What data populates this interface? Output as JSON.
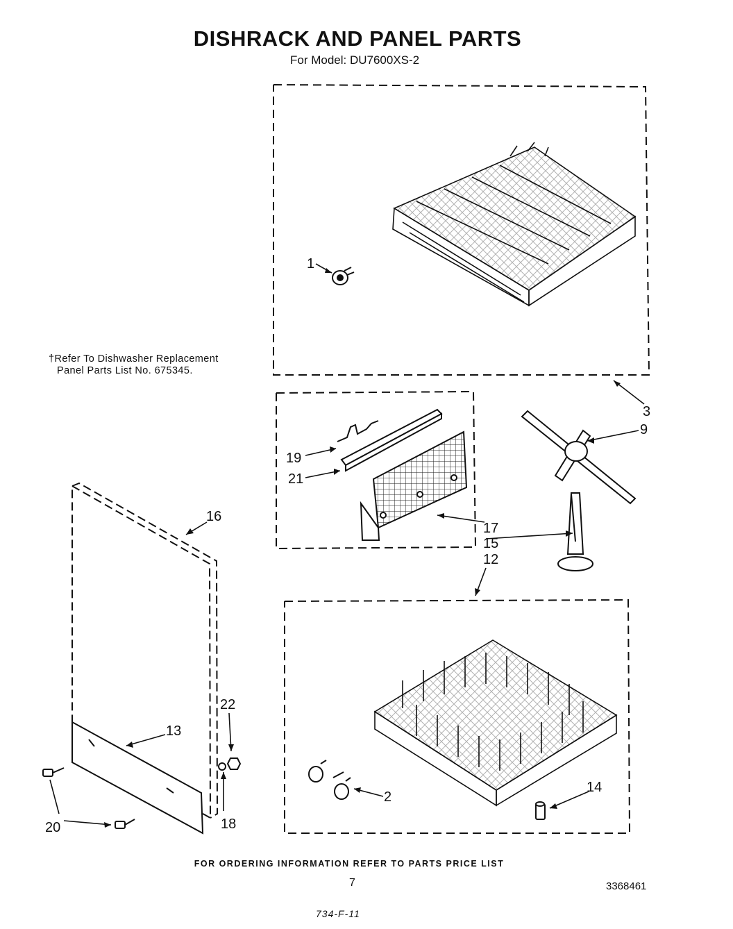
{
  "header": {
    "title": "DISHRACK AND PANEL PARTS",
    "subtitle": "For Model: DU7600XS-2"
  },
  "note": {
    "line1": "†Refer To Dishwasher Replacement",
    "line2": "Panel Parts List No. 675345."
  },
  "callouts": {
    "c1": "1",
    "c2": "2",
    "c3": "3",
    "c9": "9",
    "c12": "12",
    "c13": "13",
    "c14": "14",
    "c15": "15",
    "c16": "16",
    "c17": "17",
    "c18": "18",
    "c19": "19",
    "c20": "20",
    "c21": "21",
    "c22": "22"
  },
  "footer": {
    "ordering": "FOR ORDERING INFORMATION REFER TO PARTS PRICE LIST",
    "page_number": "7",
    "doc_number": "3368461",
    "handwritten": "734-F-11"
  }
}
